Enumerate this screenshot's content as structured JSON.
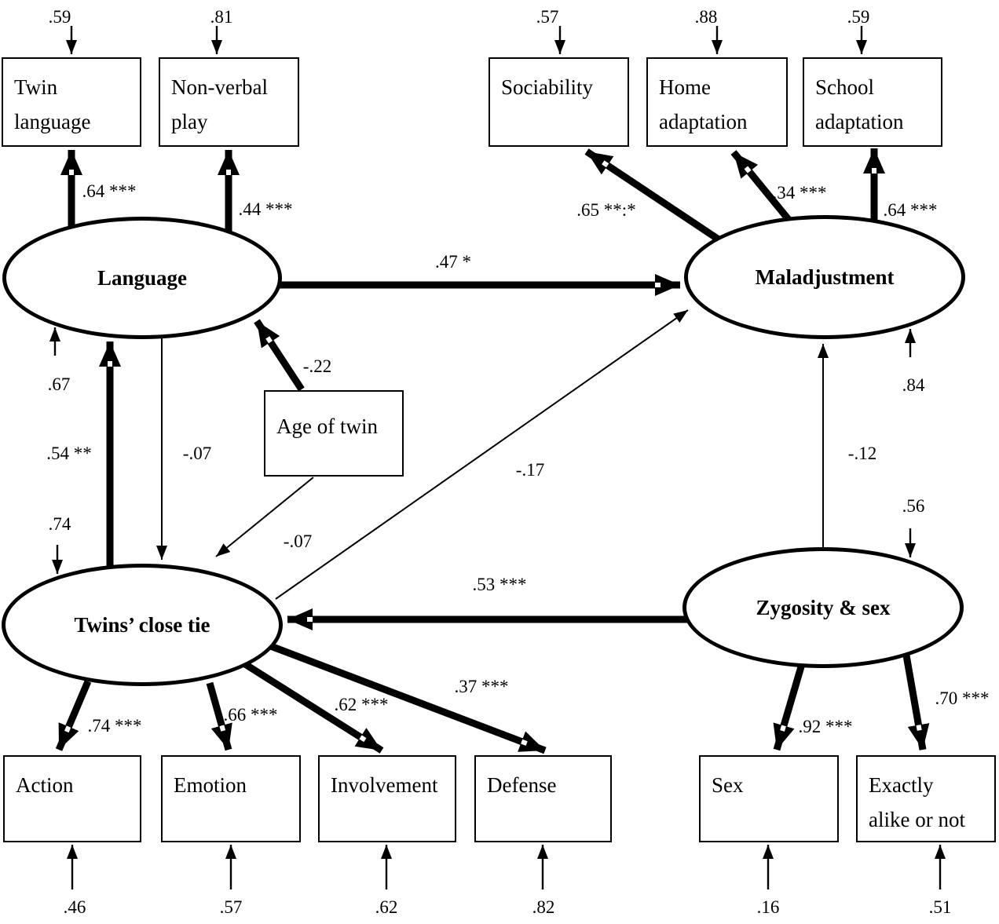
{
  "figure": {
    "type": "structural-equation-model-path-diagram"
  },
  "latent_variables": {
    "language": {
      "label": "Language",
      "residual": ".67"
    },
    "maladjustment": {
      "label": "Maladjustment",
      "residual": ".84"
    },
    "twins_close_tie": {
      "label": "Twins’ close tie",
      "residual": ".74"
    },
    "zygosity_sex": {
      "label": "Zygosity & sex",
      "residual": ".56"
    }
  },
  "covariate": {
    "age_of_twin": {
      "label": "Age of twin"
    }
  },
  "observed_variables": {
    "twin_language": {
      "line1": "Twin",
      "line2": "language",
      "error": ".59",
      "loading": ".64 ***"
    },
    "non_verbal_play": {
      "line1": "Non-verbal",
      "line2": "play",
      "error": ".81",
      "loading": ".44 ***"
    },
    "sociability": {
      "line1": "Sociability",
      "error": ".57",
      "loading": ".65 **:*"
    },
    "home_adaptation": {
      "line1": "Home",
      "line2": "adaptation",
      "error": ".88",
      "loading": ".34 ***"
    },
    "school_adaptation": {
      "line1": "School",
      "line2": "adaptation",
      "error": ".59",
      "loading": ".64 ***"
    },
    "action": {
      "line1": "Action",
      "error": ".46",
      "loading": ".74 ***"
    },
    "emotion": {
      "line1": "Emotion",
      "error": ".57",
      "loading": ".66 ***"
    },
    "involvement": {
      "line1": "Involvement",
      "error": ".62",
      "loading": ".62 ***"
    },
    "defense": {
      "line1": "Defense",
      "error": ".82",
      "loading": ".37 ***"
    },
    "sex": {
      "line1": "Sex",
      "error": ".16",
      "loading": ".92 ***"
    },
    "exactly_alike": {
      "line1": "Exactly",
      "line2": "alike or not",
      "error": ".51",
      "loading": ".70 ***"
    }
  },
  "structural_paths": {
    "language_to_maladjustment": ".47 *",
    "age_of_twin_to_language": "-.22",
    "twins_close_tie_to_language": ".54 **",
    "language_to_twins_close_tie": "-.07",
    "age_of_twin_to_twins_close_tie": "-.07",
    "twins_close_tie_to_maladjustment": "-.17",
    "zygosity_sex_to_twins_close_tie": ".53 ***",
    "zygosity_sex_to_maladjustment": "-.12"
  },
  "colors": {
    "ink": "#000000",
    "background": "#ffffff"
  }
}
